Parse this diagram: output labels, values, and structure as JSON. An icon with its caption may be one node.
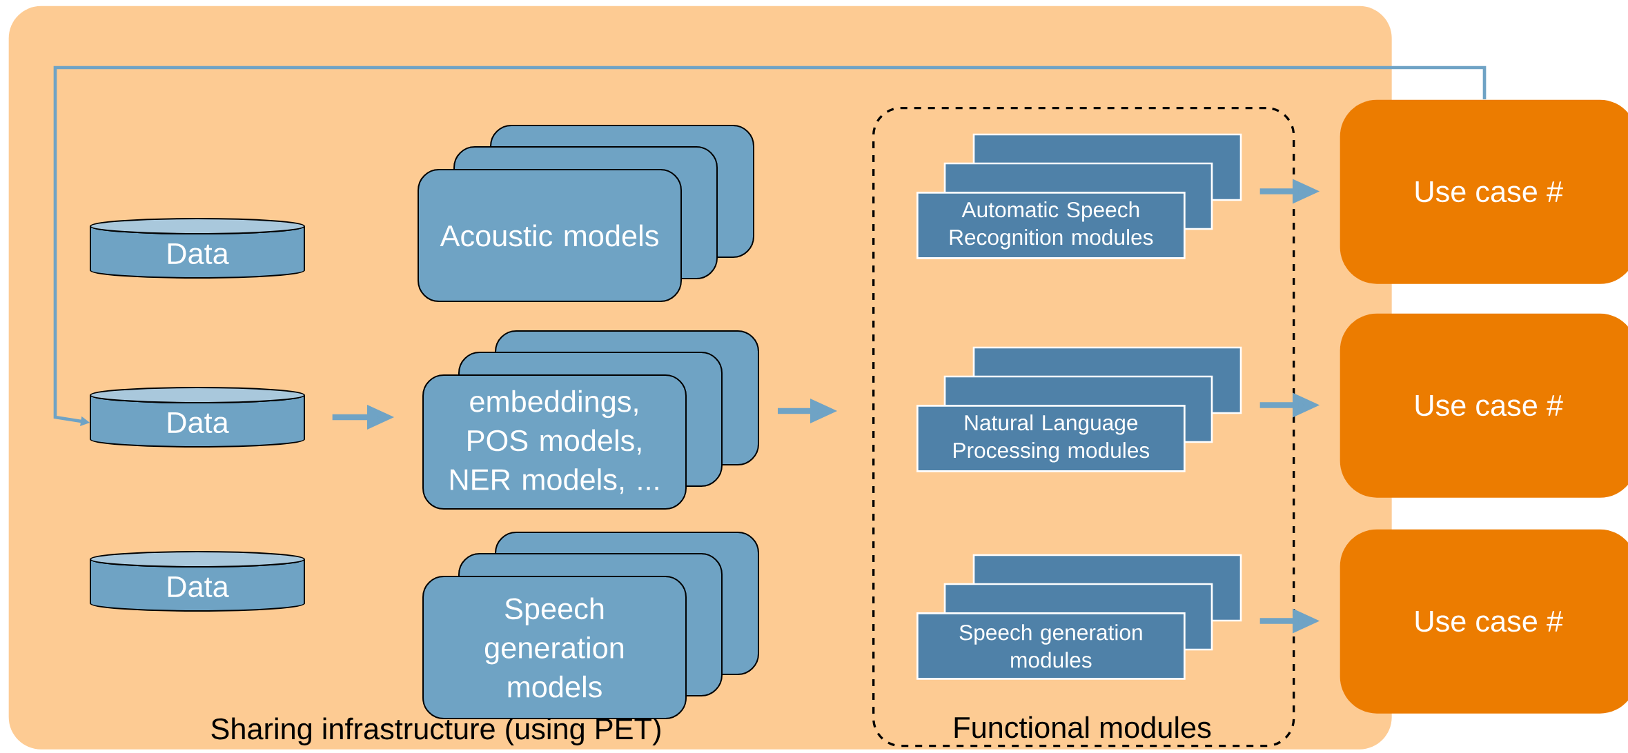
{
  "diagram": {
    "nodes": [
      {
        "text": [
          "Sharing infrastructure (using PET)"
        ]
      },
      {
        "text": [
          "Functional modules"
        ],
        "in": 0
      },
      {
        "text": [
          "Data"
        ],
        "in": 0
      },
      {
        "text": [
          "Data"
        ],
        "in": 0
      },
      {
        "text": [
          "Data"
        ],
        "in": 0
      },
      {
        "text": [
          "Acoustic models"
        ],
        "in": 0
      },
      {
        "text": [
          "embeddings, POS models, NER models, ..."
        ],
        "in": 0
      },
      {
        "text": [
          "Speech generation models"
        ],
        "in": 0
      },
      {
        "text": [
          "Automatic Speech Recognition modules"
        ],
        "in": 1
      },
      {
        "text": [
          "Natural Language Processing modules"
        ],
        "in": 1
      },
      {
        "text": [
          "Speech generation modules"
        ],
        "in": 1
      },
      {
        "text": [
          "Use case #"
        ]
      },
      {
        "text": [
          "Use case #"
        ]
      },
      {
        "text": [
          "Use case #"
        ]
      }
    ],
    "edges": [
      {
        "from": 3,
        "to": 6,
        "arrow": "to"
      },
      {
        "from": 6,
        "to": 1,
        "arrow": "to"
      },
      {
        "from": 8,
        "to": 11,
        "arrow": "to"
      },
      {
        "from": 9,
        "to": 12,
        "arrow": "to"
      },
      {
        "from": 10,
        "to": 13,
        "arrow": "to"
      },
      {
        "from": 11,
        "to": 3,
        "arrow": "to"
      }
    ]
  }
}
